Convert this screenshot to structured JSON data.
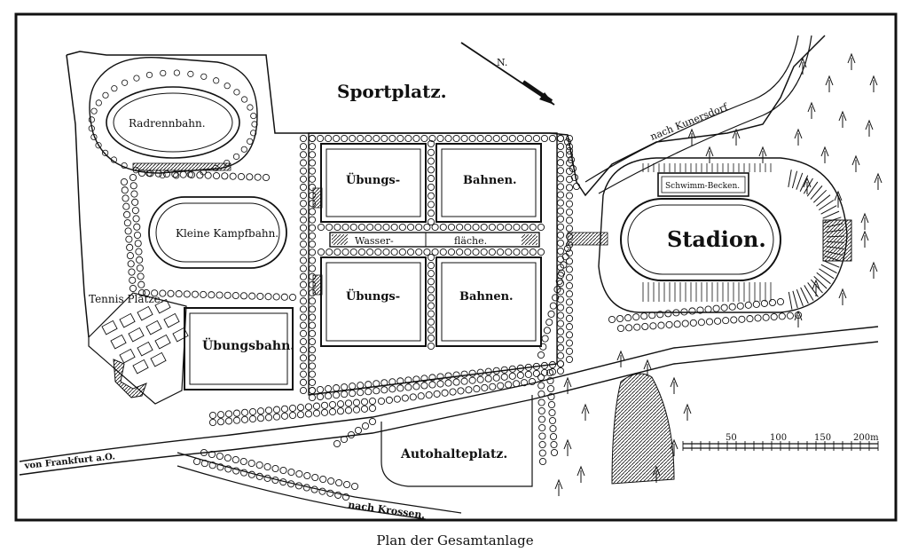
{
  "caption": "Plan der Gesamtanlage",
  "labels": {
    "sportplatz": "Sportplatz.",
    "radrennbahn": "Radrennbahn.",
    "kleine_kampfbahn": "Kleine Kampfbahn.",
    "tennis_plaetze": "Tennis Plätze.",
    "uebungsbahn": "Übungsbahn.",
    "uebungs_1": "Übungs-",
    "bahnen_1": "Bahnen.",
    "uebungs_2": "Übungs-",
    "bahnen_2": "Bahnen.",
    "wasser": "Wasser-",
    "flaeche": "fläche.",
    "schwimm_becken": "Schwimm-Becken.",
    "stadion": "Stadion.",
    "nach_kunersdorf": "nach Kunersdorf",
    "autohalteplatz": "Autohalteplatz.",
    "von_frankfurt": "von Frankfurt a.O.",
    "nach_krossen": "nach Krossen.",
    "north": "N."
  },
  "scale_bar": {
    "ticks": [
      "50",
      "100",
      "150",
      "200m"
    ]
  }
}
